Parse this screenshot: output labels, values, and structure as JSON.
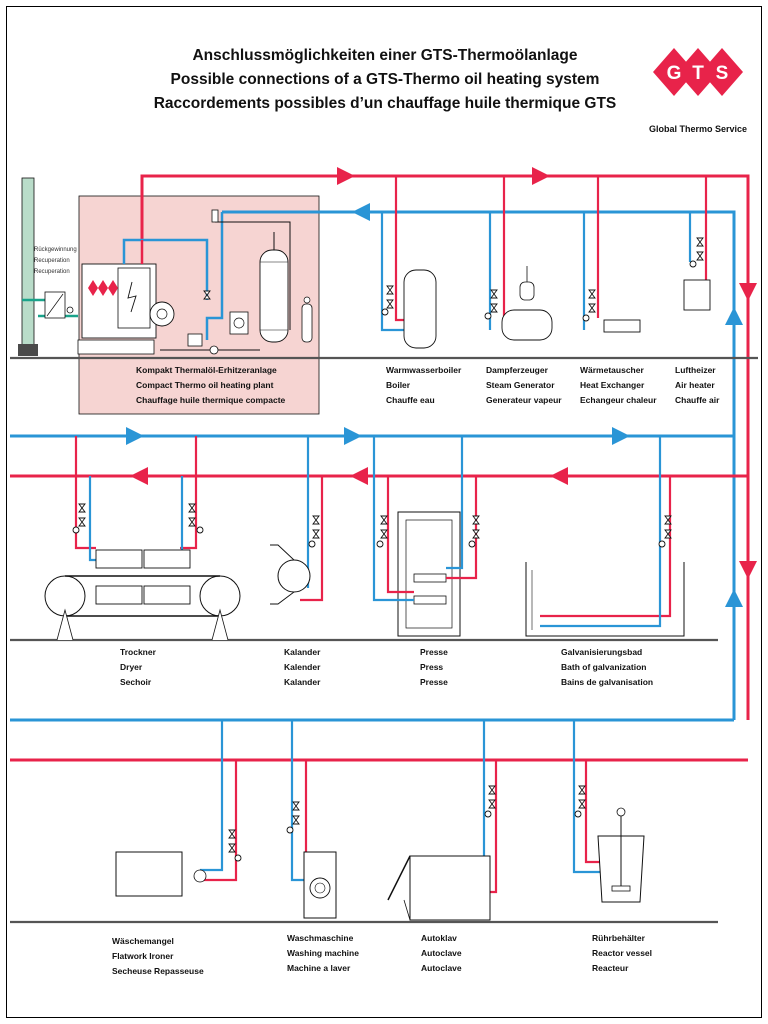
{
  "title": {
    "de": "Anschlussmöglichkeiten einer GTS-Thermoölanlage",
    "en": "Possible connections of a GTS-Thermo oil heating system",
    "fr": "Raccordements possibles d’un chauffage huile thermique GTS"
  },
  "logo": {
    "letters": [
      "G",
      "T",
      "S"
    ],
    "caption": "Global Thermo Service"
  },
  "recuperation": [
    "Rückgewinnung",
    "Recuperation",
    "Recuperation"
  ],
  "colors": {
    "supply": "#e8234a",
    "return": "#2a95d6",
    "plant_bg": "#f6d4d2"
  },
  "units": [
    {
      "id": "plant",
      "lines": [
        "Kompakt Thermalöl-Erhitzeranlage",
        "Compact Thermo oil heating plant",
        "Chauffage huile thermique compacte"
      ]
    },
    {
      "id": "boiler",
      "lines": [
        "Warmwasserboiler",
        "Boiler",
        "Chauffe eau"
      ]
    },
    {
      "id": "steam",
      "lines": [
        "Dampferzeuger",
        "Steam Generator",
        "Generateur vapeur"
      ]
    },
    {
      "id": "heatex",
      "lines": [
        "Wärmetauscher",
        "Heat Exchanger",
        "Echangeur chaleur"
      ]
    },
    {
      "id": "airheater",
      "lines": [
        "Luftheizer",
        "Air heater",
        "Chauffe air"
      ]
    },
    {
      "id": "dryer",
      "lines": [
        "Trockner",
        "Dryer",
        "Sechoir"
      ]
    },
    {
      "id": "calender",
      "lines": [
        "Kalander",
        "Kalender",
        "Kalander"
      ]
    },
    {
      "id": "press",
      "lines": [
        "Presse",
        "Press",
        "Presse"
      ]
    },
    {
      "id": "galv",
      "lines": [
        "Galvanisierungsbad",
        "Bath of galvanization",
        "Bains de galvanisation"
      ]
    },
    {
      "id": "ironer",
      "lines": [
        "Wäschemangel",
        "Flatwork Ironer",
        "Secheuse Repasseuse"
      ]
    },
    {
      "id": "washer",
      "lines": [
        "Waschmaschine",
        "Washing machine",
        "Machine a laver"
      ]
    },
    {
      "id": "autoclave",
      "lines": [
        "Autoklav",
        "Autoclave",
        "Autoclave"
      ]
    },
    {
      "id": "reactor",
      "lines": [
        "Rührbehälter",
        "Reactor vessel",
        "Reacteur"
      ]
    }
  ]
}
